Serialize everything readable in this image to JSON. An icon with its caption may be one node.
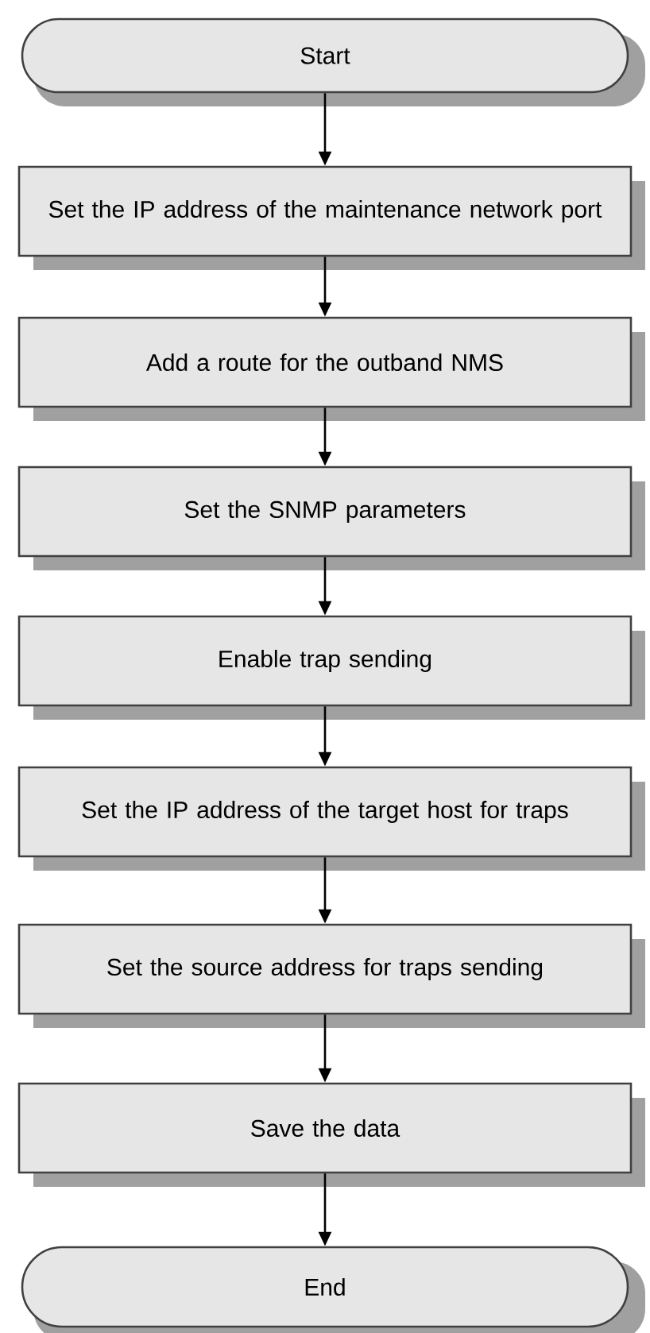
{
  "diagram": {
    "nodes": [
      {
        "text": [
          "Start"
        ]
      },
      {
        "text": [
          "Set the IP address of the maintenance network port"
        ]
      },
      {
        "text": [
          "Add a route for the outband NMS"
        ]
      },
      {
        "text": [
          "Set the SNMP parameters"
        ]
      },
      {
        "text": [
          "Enable trap sending"
        ]
      },
      {
        "text": [
          "Set the IP address of the target host for traps"
        ]
      },
      {
        "text": [
          "Set the  source address for traps sending"
        ]
      },
      {
        "text": [
          "Save the data"
        ]
      },
      {
        "text": [
          "End"
        ]
      }
    ],
    "edges": [
      {
        "from": 0,
        "to": 1,
        "arrow": "to"
      },
      {
        "from": 1,
        "to": 2,
        "arrow": "to"
      },
      {
        "from": 2,
        "to": 3,
        "arrow": "to"
      },
      {
        "from": 3,
        "to": 4,
        "arrow": "to"
      },
      {
        "from": 4,
        "to": 5,
        "arrow": "to"
      },
      {
        "from": 5,
        "to": 6,
        "arrow": "to"
      },
      {
        "from": 6,
        "to": 7,
        "arrow": "to"
      },
      {
        "from": 7,
        "to": 8,
        "arrow": "to"
      }
    ]
  }
}
